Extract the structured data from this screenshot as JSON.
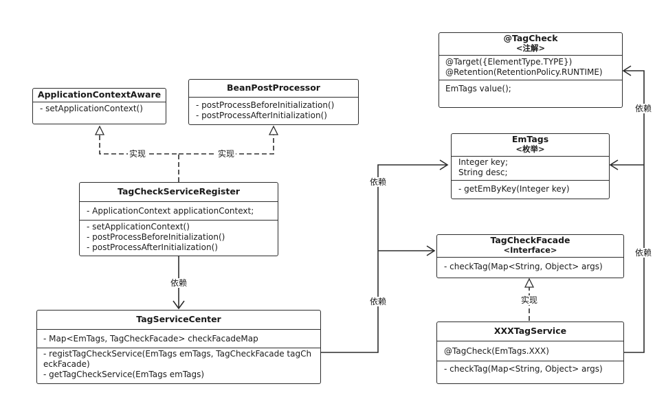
{
  "classes": {
    "aware": {
      "name": "ApplicationContextAware",
      "methods": [
        "- setApplicationContext()"
      ]
    },
    "bpp": {
      "name": "BeanPostProcessor",
      "methods": [
        "- postProcessBeforeInitialization()",
        "- postProcessAfterInitialization()"
      ]
    },
    "register": {
      "name": "TagCheckServiceRegister",
      "fields": [
        "- ApplicationContext applicationContext;"
      ],
      "methods": [
        "- setApplicationContext()",
        "- postProcessBeforeInitialization()",
        "- postProcessAfterInitialization()"
      ]
    },
    "center": {
      "name": "TagServiceCenter",
      "fields": [
        "- Map<EmTags, TagCheckFacade> checkFacadeMap"
      ],
      "methods": [
        "- registTagCheckService(EmTags emTags, TagCheckFacade tagCheckFacade)",
        "- getTagCheckService(EmTags emTags)"
      ]
    },
    "tagcheck": {
      "name": "@TagCheck",
      "stereotype": "<注解>",
      "fields": [
        "@Target({ElementType.TYPE})",
        "@Retention(RetentionPolicy.RUNTIME)"
      ],
      "methods": [
        "EmTags value();"
      ]
    },
    "emtags": {
      "name": "EmTags",
      "stereotype": "<枚举>",
      "fields": [
        "Integer key;",
        "String desc;"
      ],
      "methods": [
        "- getEmByKey(Integer key)"
      ]
    },
    "facade": {
      "name": "TagCheckFacade",
      "stereotype": "<Interface>",
      "methods": [
        "- checkTag(Map<String, Object> args)"
      ]
    },
    "xxx": {
      "name": "XXXTagService",
      "fields": [
        "@TagCheck(EmTags.XXX)"
      ],
      "methods": [
        "- checkTag(Map<String, Object> args)"
      ]
    }
  },
  "edge_labels": {
    "impl_aware": "实现",
    "impl_bpp": "实现",
    "dep_register_center": "依赖",
    "dep_center_emtags": "依赖",
    "dep_center_facade": "依赖",
    "impl_xxx_facade": "实现",
    "dep_xxx_tagcheck": "依赖",
    "dep_xxx_emtags": "依赖"
  }
}
